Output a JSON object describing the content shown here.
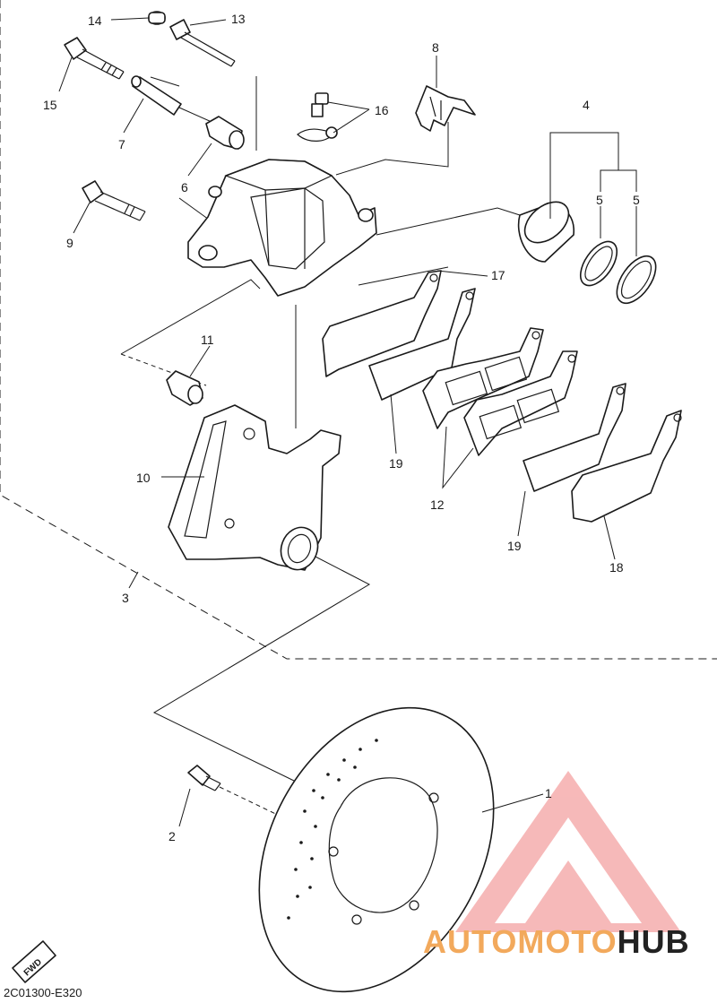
{
  "diagram": {
    "callouts": [
      {
        "id": "c1",
        "label": "1"
      },
      {
        "id": "c2",
        "label": "2"
      },
      {
        "id": "c3",
        "label": "3"
      },
      {
        "id": "c4",
        "label": "4"
      },
      {
        "id": "c5a",
        "label": "5"
      },
      {
        "id": "c5b",
        "label": "5"
      },
      {
        "id": "c6",
        "label": "6"
      },
      {
        "id": "c7",
        "label": "7"
      },
      {
        "id": "c8",
        "label": "8"
      },
      {
        "id": "c9",
        "label": "9"
      },
      {
        "id": "c10",
        "label": "10"
      },
      {
        "id": "c11",
        "label": "11"
      },
      {
        "id": "c12",
        "label": "12"
      },
      {
        "id": "c13",
        "label": "13"
      },
      {
        "id": "c14",
        "label": "14"
      },
      {
        "id": "c15",
        "label": "15"
      },
      {
        "id": "c16",
        "label": "16"
      },
      {
        "id": "c17",
        "label": "17"
      },
      {
        "id": "c18",
        "label": "18"
      },
      {
        "id": "c19a",
        "label": "19"
      },
      {
        "id": "c19b",
        "label": "19"
      }
    ],
    "direction_badge": "FWD",
    "drawing_code": "2C01300-E320"
  },
  "watermark": {
    "text_part1": "AUTOMOTO",
    "text_part2": "HUB",
    "logo_color": "#f08080",
    "text_color_1": "#f2a95c",
    "text_color_2": "#222222"
  }
}
